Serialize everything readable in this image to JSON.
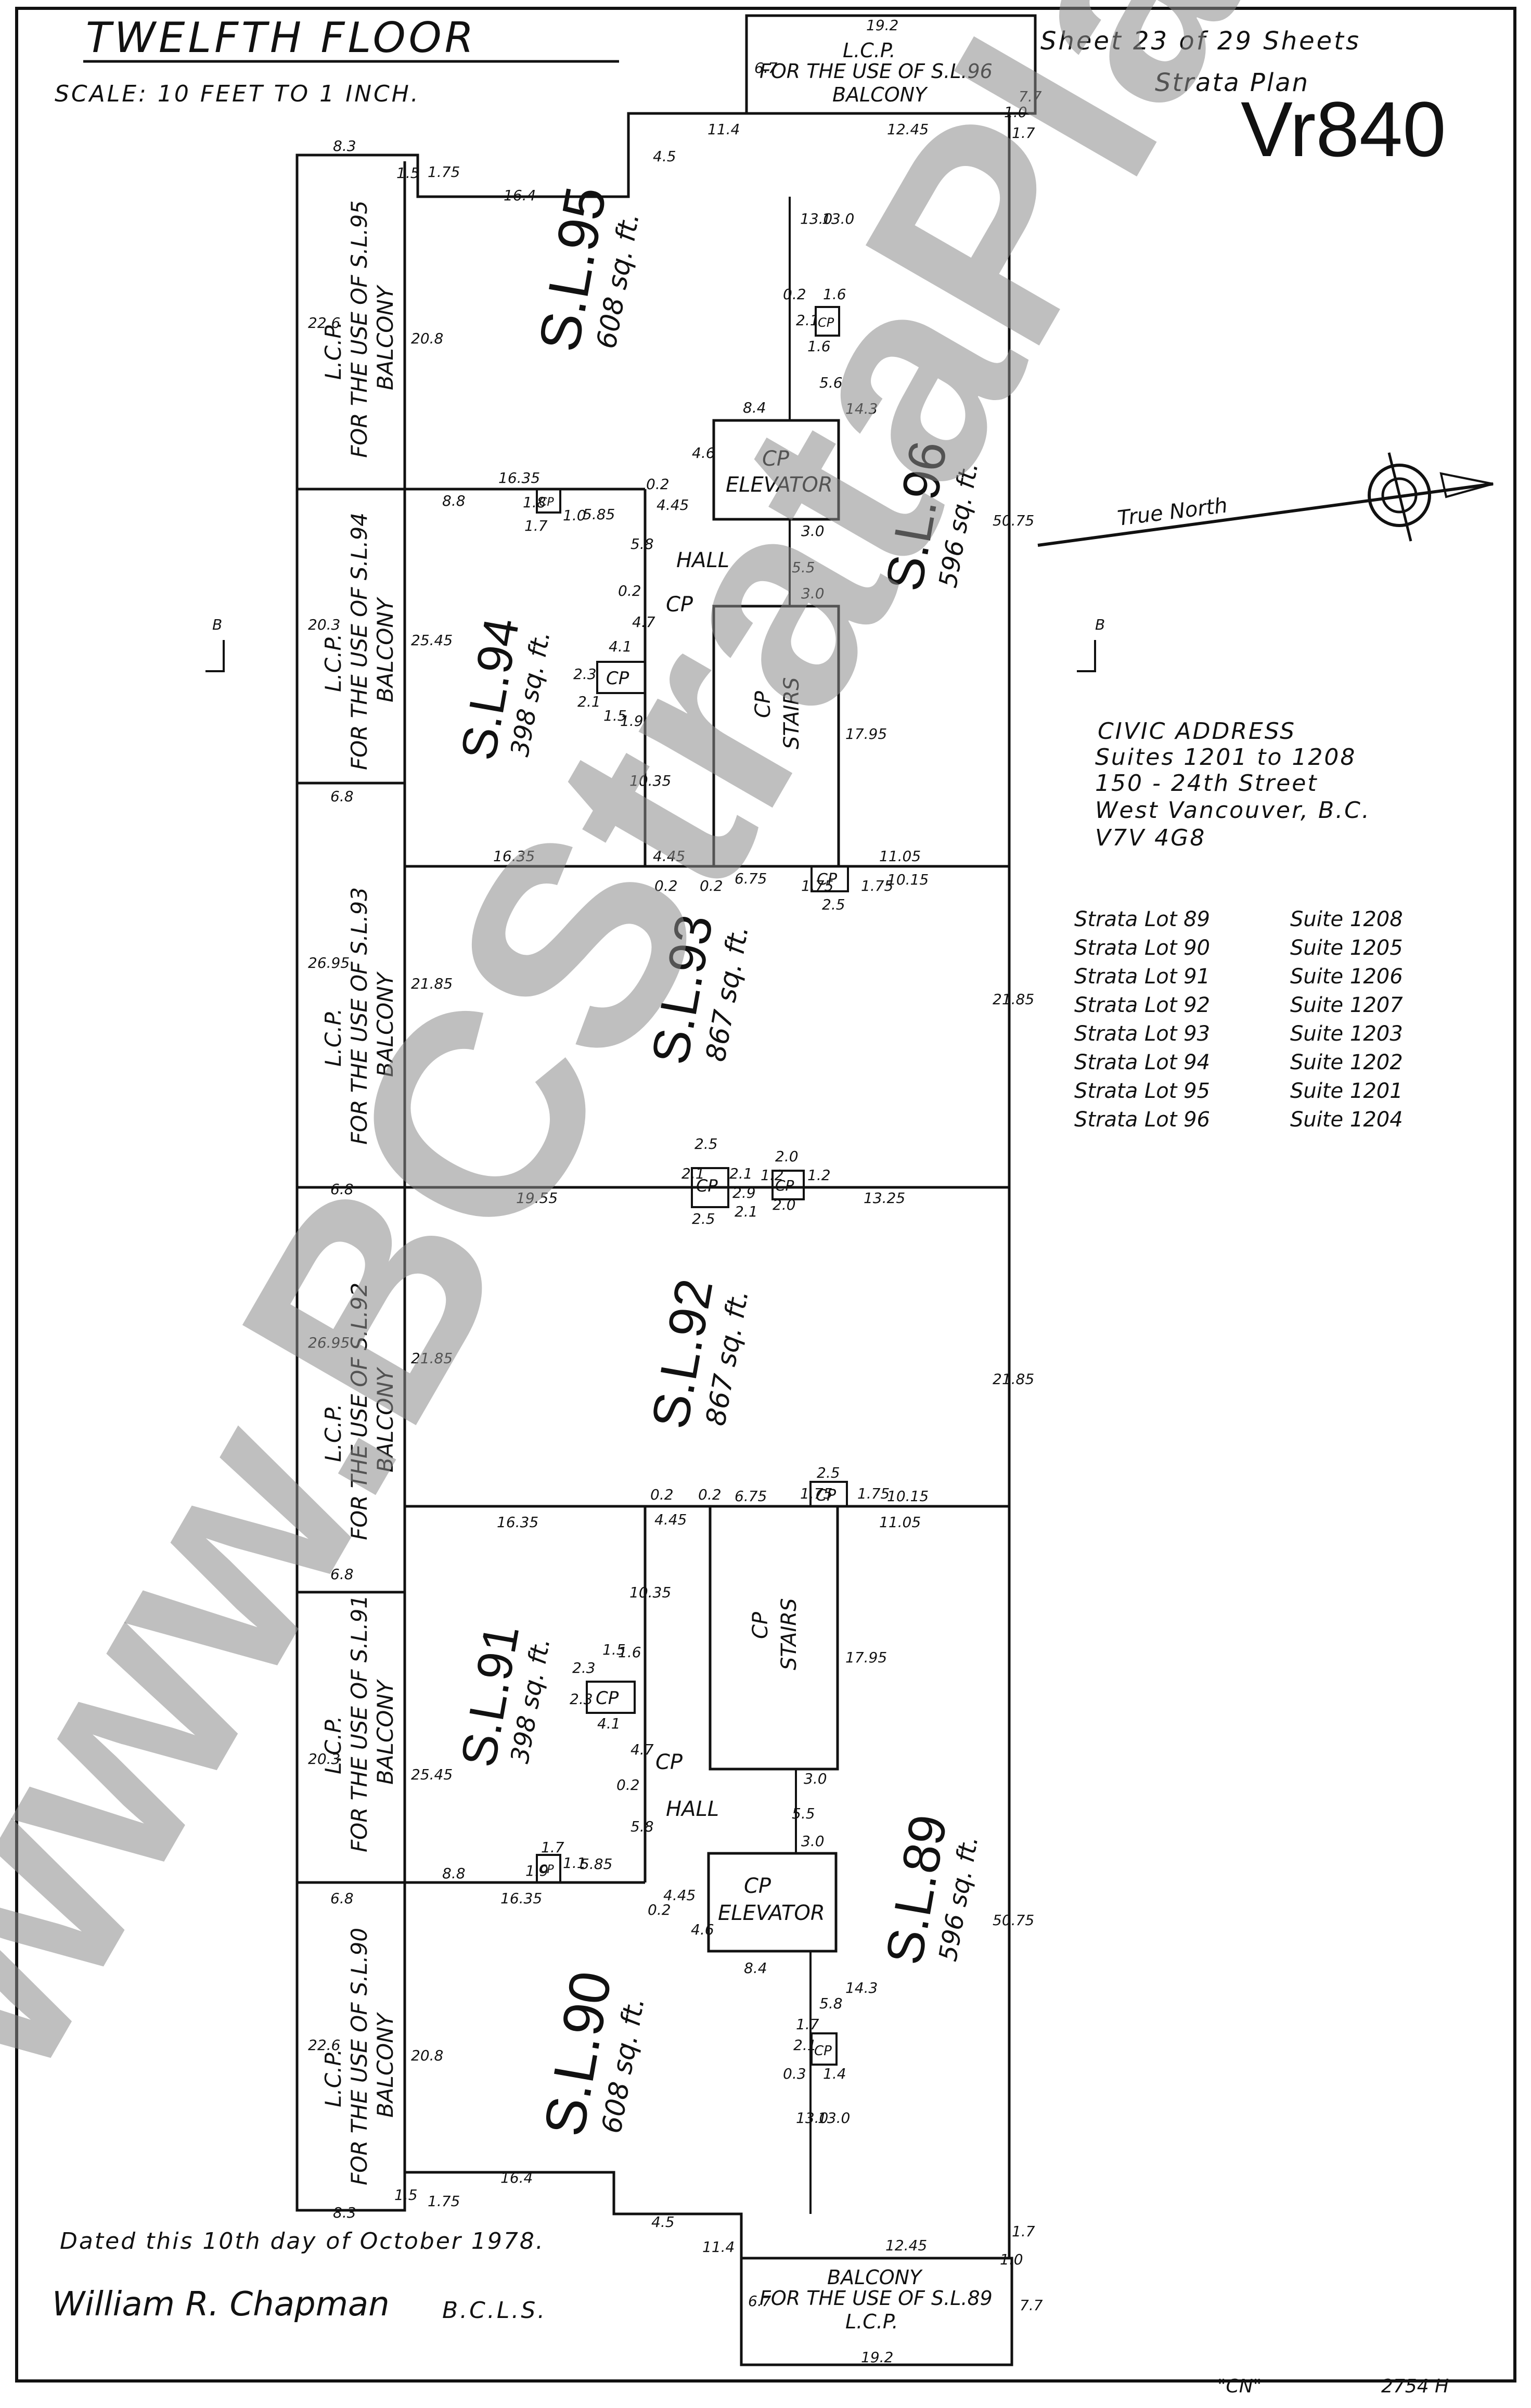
{
  "header": {
    "floor_title": "TWELFTH FLOOR",
    "scale": "SCALE: 10 FEET TO 1 INCH.",
    "sheet": "Sheet 23 of 29 Sheets",
    "plan_label": "Strata Plan",
    "plan_number": "Vr840"
  },
  "north_arrow": {
    "label": "True North"
  },
  "section_marker": "B",
  "civic_address": {
    "heading": "CIVIC ADDRESS",
    "lines": [
      "Suites 1201 to 1208",
      "150 - 24th Street",
      "West Vancouver, B.C.",
      "V7V 4G8"
    ]
  },
  "suite_table": [
    {
      "lot": "Strata Lot 89",
      "suite": "Suite 1208"
    },
    {
      "lot": "Strata Lot 90",
      "suite": "Suite 1205"
    },
    {
      "lot": "Strata Lot 91",
      "suite": "Suite 1206"
    },
    {
      "lot": "Strata Lot 92",
      "suite": "Suite 1207"
    },
    {
      "lot": "Strata Lot 93",
      "suite": "Suite 1203"
    },
    {
      "lot": "Strata Lot 94",
      "suite": "Suite 1202"
    },
    {
      "lot": "Strata Lot 95",
      "suite": "Suite 1201"
    },
    {
      "lot": "Strata Lot 96",
      "suite": "Suite 1204"
    }
  ],
  "lots": [
    {
      "id": "95",
      "name": "S.L.95",
      "area": "608 sq. ft."
    },
    {
      "id": "96",
      "name": "S.L.96",
      "area": "596 sq. ft."
    },
    {
      "id": "94",
      "name": "S.L.94",
      "area": "398 sq. ft."
    },
    {
      "id": "93",
      "name": "S.L.93",
      "area": "867 sq. ft."
    },
    {
      "id": "92",
      "name": "S.L.92",
      "area": "867 sq. ft."
    },
    {
      "id": "91",
      "name": "S.L.91",
      "area": "398 sq. ft."
    },
    {
      "id": "89",
      "name": "S.L.89",
      "area": "596 sq. ft."
    },
    {
      "id": "90",
      "name": "S.L.90",
      "area": "608 sq. ft."
    }
  ],
  "balconies": [
    {
      "l1": "L.C.P.",
      "l2": "FOR THE USE OF S.L.95",
      "l3": "BALCONY"
    },
    {
      "l1": "L.C.P.",
      "l2": "FOR THE USE OF S.L.94",
      "l3": "BALCONY"
    },
    {
      "l1": "L.C.P.",
      "l2": "FOR THE USE OF S.L.93",
      "l3": "BALCONY"
    },
    {
      "l1": "L.C.P.",
      "l2": "FOR THE USE OF S.L.92",
      "l3": "BALCONY"
    },
    {
      "l1": "L.C.P.",
      "l2": "FOR THE USE OF S.L.91",
      "l3": "BALCONY"
    },
    {
      "l1": "L.C.P.",
      "l2": "FOR THE USE OF S.L.90",
      "l3": "BALCONY"
    },
    {
      "l1": "L.C.P.",
      "l2": "FOR THE USE OF S.L.96",
      "l3": "BALCONY"
    },
    {
      "l1": "BALCONY",
      "l2": "FOR THE USE OF S.L.89",
      "l3": "L.C.P."
    }
  ],
  "common": {
    "cp": "CP",
    "elevator": "ELEVATOR",
    "stairs": "STAIRS",
    "hall": "HALL"
  },
  "dims": {
    "d01": "19.2",
    "d02": "6.7",
    "d03": "1.0",
    "d04": "7.7",
    "d05": "11.4",
    "d06": "12.45",
    "d07": "4.5",
    "d08": "1.7",
    "d09": "8.3",
    "d10": "1.5",
    "d11": "1.75",
    "d12": "16.4",
    "d13": "22.6",
    "d14": "20.8",
    "d15": "13.0",
    "d16": "13.0",
    "d17": "0.2",
    "d18": "1.6",
    "d19": "2.1",
    "d20": "1.6",
    "d21": "5.6",
    "d22": "14.3",
    "d23": "8.4",
    "d24": "4.6",
    "d25": "16.35",
    "d26": "8.8",
    "d27": "1.8",
    "d28": "1.7",
    "d29": "1.0",
    "d30": "5.85",
    "d31": "0.2",
    "d32": "4.45",
    "d33": "5.8",
    "d34": "3.0",
    "d35": "5.5",
    "d36": "3.0",
    "d37": "50.75",
    "d38": "20.3",
    "d39": "25.45",
    "d40": "0.2",
    "d41": "4.7",
    "d42": "4.1",
    "d43": "2.3",
    "d44": "2.1",
    "d45": "1.5",
    "d46": "1.9",
    "d47": "10.35",
    "d48": "17.95",
    "d49": "6.8",
    "d50": "16.35",
    "d51": "4.45",
    "d52": "0.2",
    "d53": "0.2",
    "d54": "6.75",
    "d55": "1.75",
    "d56": "1.75",
    "d57": "2.5",
    "d58": "11.05",
    "d59": "10.15",
    "d60": "26.95",
    "d61": "21.85",
    "d62": "21.85",
    "d63": "2.5",
    "d64": "2.0",
    "d65": "2.1",
    "d66": "2.1",
    "d67": "2.9",
    "d68": "1.2",
    "d69": "1.2",
    "d70": "2.1",
    "d71": "2.0",
    "d72": "2.5",
    "d73": "6.8",
    "d74": "19.55",
    "d75": "13.25",
    "d76": "26.95",
    "d77": "21.85",
    "d78": "21.85",
    "d79": "0.2",
    "d80": "0.2",
    "d81": "6.75",
    "d82": "1.75",
    "d83": "2.5",
    "d84": "1.75",
    "d85": "10.15",
    "d86": "16.35",
    "d87": "4.45",
    "d88": "11.05",
    "d89": "10.35",
    "d90": "17.95",
    "d91": "6.8",
    "d92": "20.3",
    "d93": "25.45",
    "d94": "2.3",
    "d95": "1.5",
    "d96": "1.6",
    "d97": "2.3",
    "d98": "4.1",
    "d99": "4.7",
    "d100": "0.2",
    "d101": "5.8",
    "d102": "3.0",
    "d103": "5.5",
    "d104": "3.0",
    "d105": "1.9",
    "d106": "1.7",
    "d107": "1.1",
    "d108": "5.85",
    "d109": "8.8",
    "d110": "16.35",
    "d111": "0.2",
    "d112": "4.45",
    "d113": "4.6",
    "d114": "8.4",
    "d115": "14.3",
    "d116": "50.75",
    "d117": "6.8",
    "d118": "22.6",
    "d119": "20.8",
    "d120": "1.7",
    "d121": "5.8",
    "d122": "2.1",
    "d123": "0.3",
    "d124": "1.4",
    "d125": "13.0",
    "d126": "13.0",
    "d127": "8.3",
    "d128": "1.5",
    "d129": "1.75",
    "d130": "16.4",
    "d131": "4.5",
    "d132": "11.4",
    "d133": "12.45",
    "d134": "1.7",
    "d135": "1.0",
    "d136": "6.7",
    "d137": "7.7",
    "d138": "19.2"
  },
  "footer": {
    "dated": "Dated this 10th day of October 1978.",
    "signature": "William R. Chapman",
    "designation": "B.C.L.S.",
    "code_cn": "\"CN\"",
    "code_ref": "2754 H"
  },
  "watermark": "www.BCStrataPlans.com"
}
